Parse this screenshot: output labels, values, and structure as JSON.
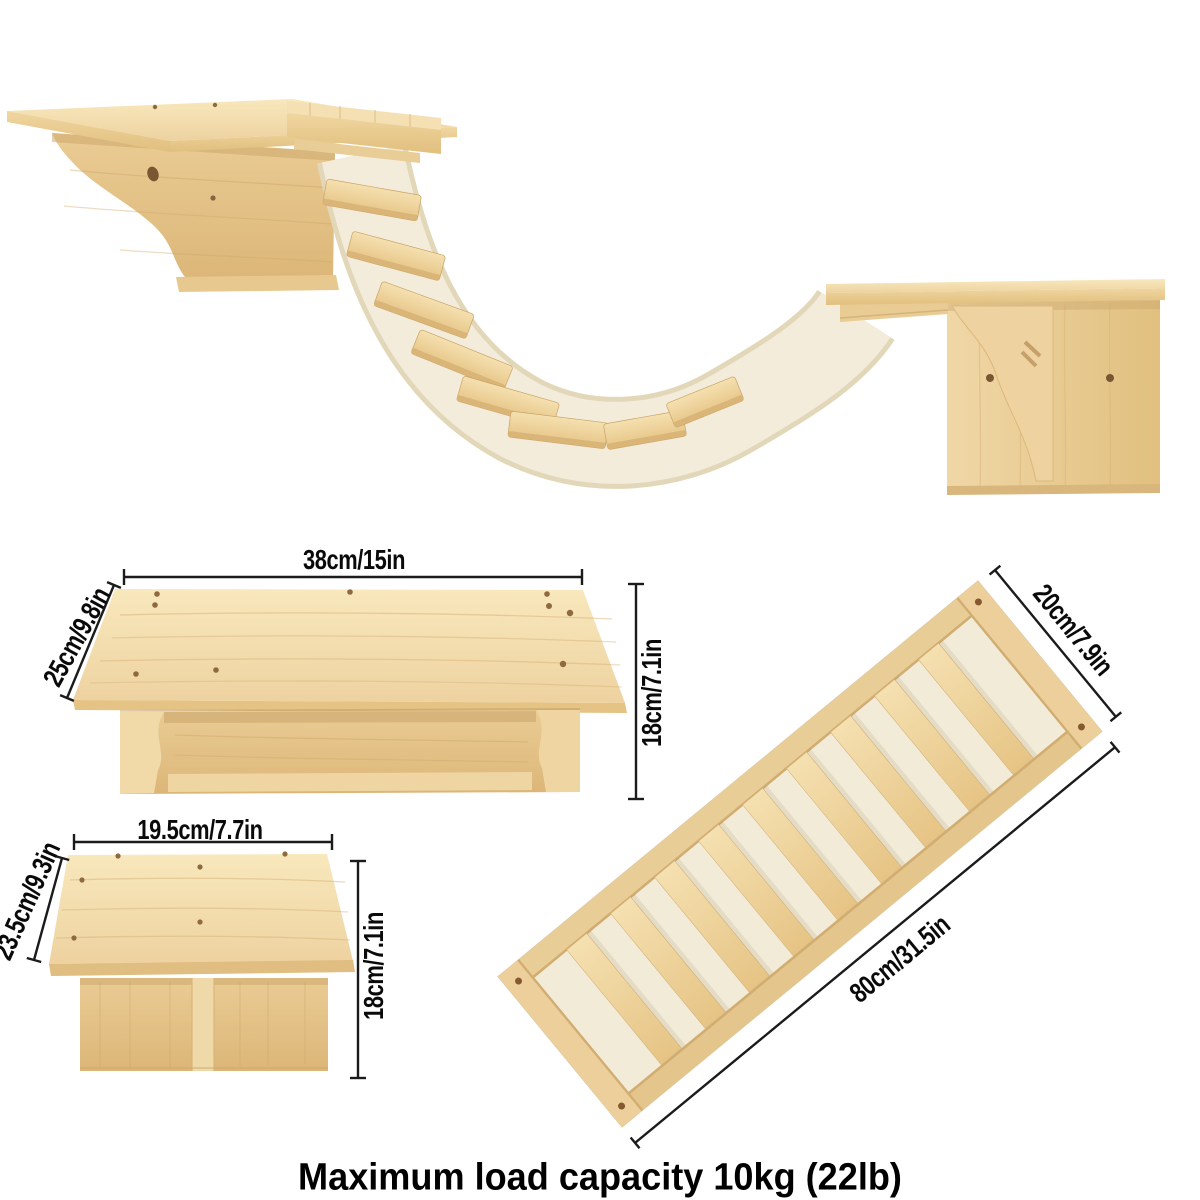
{
  "caption": "Maximum load capacity 10kg (22lb)",
  "dimensions": {
    "large_shelf": {
      "width": "38cm/15in",
      "depth": "25cm/9.8in",
      "height": "18cm/7.1in"
    },
    "small_shelf": {
      "width": "19.5cm/7.7in",
      "depth": "23.5cm/9.3in",
      "height": "18cm/7.1in"
    },
    "bridge_ladder": {
      "width": "20cm/7.9in",
      "length": "80cm/31.5in"
    }
  },
  "colors": {
    "wood_light": "#f8e8bc",
    "wood_mid": "#ecd09a",
    "wood_deep": "#e1bf7e",
    "fabric": "#f3ecda",
    "dimension_line": "#1b1b1b",
    "text": "#000000",
    "background": "#ffffff"
  }
}
